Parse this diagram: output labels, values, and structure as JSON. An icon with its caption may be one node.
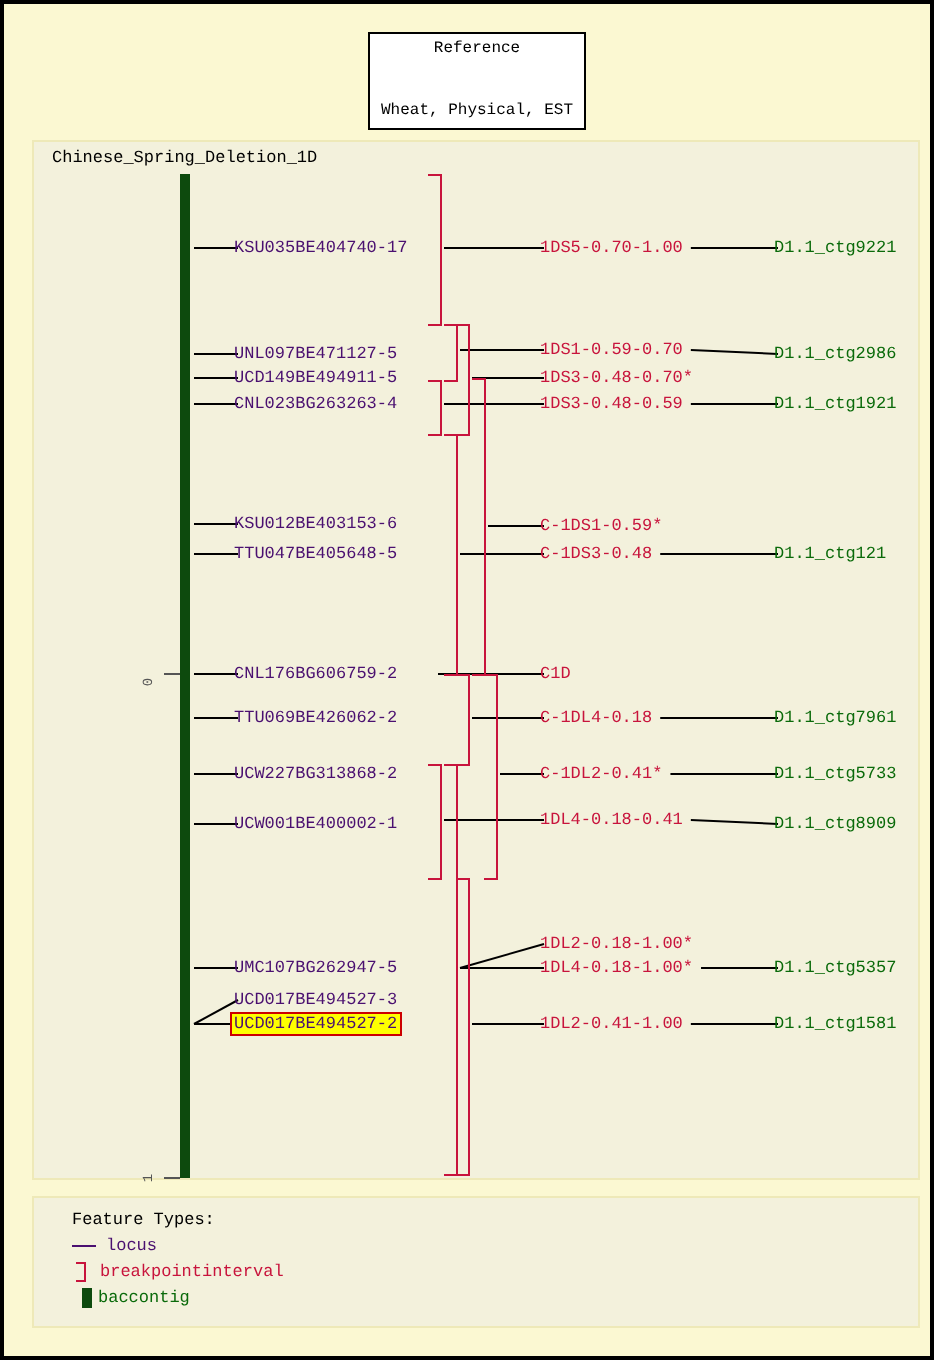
{
  "diagram": {
    "nodes": [
      {
        "text": [
          "Reference",
          "Wheat, Physical, EST"
        ]
      },
      {
        "text": [
          "Chinese_Spring_Deletion_1D"
        ]
      },
      {
        "text": [
          "KSU035BE404740-17"
        ]
      },
      {
        "text": [
          "UNL097BE471127-5"
        ]
      },
      {
        "text": [
          "UCD149BE494911-5"
        ]
      },
      {
        "text": [
          "CNL023BG263263-4"
        ]
      },
      {
        "text": [
          "KSU012BE403153-6"
        ]
      },
      {
        "text": [
          "TTU047BE405648-5"
        ]
      },
      {
        "text": [
          "CNL176BG606759-2"
        ]
      },
      {
        "text": [
          "TTU069BE426062-2"
        ]
      },
      {
        "text": [
          "UCW227BG313868-2"
        ]
      },
      {
        "text": [
          "UCW001BE400002-1"
        ]
      },
      {
        "text": [
          "UMC107BG262947-5"
        ]
      },
      {
        "text": [
          "UCD017BE494527-3"
        ]
      },
      {
        "text": [
          "UCD017BE494527-2"
        ]
      },
      {
        "text": [],
        "shape": "bracket"
      },
      {
        "text": [],
        "shape": "bracket"
      },
      {
        "text": [],
        "shape": "bracket"
      },
      {
        "text": [],
        "shape": "bracket"
      },
      {
        "text": [],
        "shape": "bracket"
      },
      {
        "text": [],
        "shape": "bracket"
      },
      {
        "text": [],
        "shape": "bracket"
      },
      {
        "text": [],
        "shape": "bracket"
      },
      {
        "text": [],
        "shape": "bracket"
      },
      {
        "text": [],
        "shape": "bracket"
      },
      {
        "text": [],
        "shape": "bracket"
      },
      {
        "text": [
          "1DS5-0.70-1.00"
        ]
      },
      {
        "text": [
          "1DS1-0.59-0.70"
        ]
      },
      {
        "text": [
          "1DS3-0.48-0.70*"
        ]
      },
      {
        "text": [
          "1DS3-0.48-0.59"
        ]
      },
      {
        "text": [
          "C-1DS1-0.59*"
        ]
      },
      {
        "text": [
          "C-1DS3-0.48"
        ]
      },
      {
        "text": [
          "C1D"
        ]
      },
      {
        "text": [
          "C-1DL4-0.18"
        ]
      },
      {
        "text": [
          "C-1DL2-0.41*"
        ]
      },
      {
        "text": [
          "1DL4-0.18-0.41"
        ]
      },
      {
        "text": [
          "1DL2-0.18-1.00*"
        ]
      },
      {
        "text": [
          "1DL4-0.18-1.00*"
        ]
      },
      {
        "text": [
          "1DL2-0.41-1.00"
        ]
      },
      {
        "text": [
          "D1.1_ctg9221"
        ]
      },
      {
        "text": [
          "D1.1_ctg2986"
        ]
      },
      {
        "text": [
          "D1.1_ctg1921"
        ]
      },
      {
        "text": [
          "D1.1_ctg121"
        ]
      },
      {
        "text": [
          "D1.1_ctg7961"
        ]
      },
      {
        "text": [
          "D1.1_ctg5733"
        ]
      },
      {
        "text": [
          "D1.1_ctg8909"
        ]
      },
      {
        "text": [
          "D1.1_ctg5357"
        ]
      },
      {
        "text": [
          "D1.1_ctg1581"
        ]
      }
    ],
    "edges": [
      {
        "from": 2,
        "to": 1,
        "arrow": "none"
      },
      {
        "from": 3,
        "to": 1,
        "arrow": "none"
      },
      {
        "from": 4,
        "to": 1,
        "arrow": "none"
      },
      {
        "from": 5,
        "to": 1,
        "arrow": "none"
      },
      {
        "from": 6,
        "to": 1,
        "arrow": "none"
      },
      {
        "from": 7,
        "to": 1,
        "arrow": "none"
      },
      {
        "from": 8,
        "to": 1,
        "arrow": "none"
      },
      {
        "from": 9,
        "to": 1,
        "arrow": "none"
      },
      {
        "from": 10,
        "to": 1,
        "arrow": "none"
      },
      {
        "from": 11,
        "to": 1,
        "arrow": "none"
      },
      {
        "from": 12,
        "to": 1,
        "arrow": "none"
      },
      {
        "from": 13,
        "to": 1,
        "arrow": "none"
      },
      {
        "from": 14,
        "to": 1,
        "arrow": "none"
      },
      {
        "from": 15,
        "to": 26,
        "arrow": "none"
      },
      {
        "from": 16,
        "to": 27,
        "arrow": "none"
      },
      {
        "from": 17,
        "to": 28,
        "arrow": "none"
      },
      {
        "from": 18,
        "to": 29,
        "arrow": "none"
      },
      {
        "from": 19,
        "to": 30,
        "arrow": "none"
      },
      {
        "from": 20,
        "to": 31,
        "arrow": "none"
      },
      {
        "from": 20,
        "to": 32,
        "arrow": "none"
      },
      {
        "from": 21,
        "to": 33,
        "arrow": "none"
      },
      {
        "from": 22,
        "to": 34,
        "arrow": "none"
      },
      {
        "from": 23,
        "to": 35,
        "arrow": "none"
      },
      {
        "from": 24,
        "to": 36,
        "arrow": "none"
      },
      {
        "from": 24,
        "to": 37,
        "arrow": "none"
      },
      {
        "from": 25,
        "to": 38,
        "arrow": "none"
      },
      {
        "from": 26,
        "to": 39,
        "arrow": "none"
      },
      {
        "from": 27,
        "to": 40,
        "arrow": "none"
      },
      {
        "from": 29,
        "to": 41,
        "arrow": "none"
      },
      {
        "from": 31,
        "to": 42,
        "arrow": "none"
      },
      {
        "from": 33,
        "to": 43,
        "arrow": "none"
      },
      {
        "from": 34,
        "to": 44,
        "arrow": "none"
      },
      {
        "from": 35,
        "to": 45,
        "arrow": "none"
      },
      {
        "from": 37,
        "to": 46,
        "arrow": "none"
      },
      {
        "from": 38,
        "to": 47,
        "arrow": "none"
      }
    ],
    "labels": [
      "0",
      "1",
      "Feature Types:"
    ],
    "legend": [
      {
        "text": "locus"
      },
      {
        "text": "breakpointinterval"
      },
      {
        "text": "baccontig"
      }
    ]
  }
}
